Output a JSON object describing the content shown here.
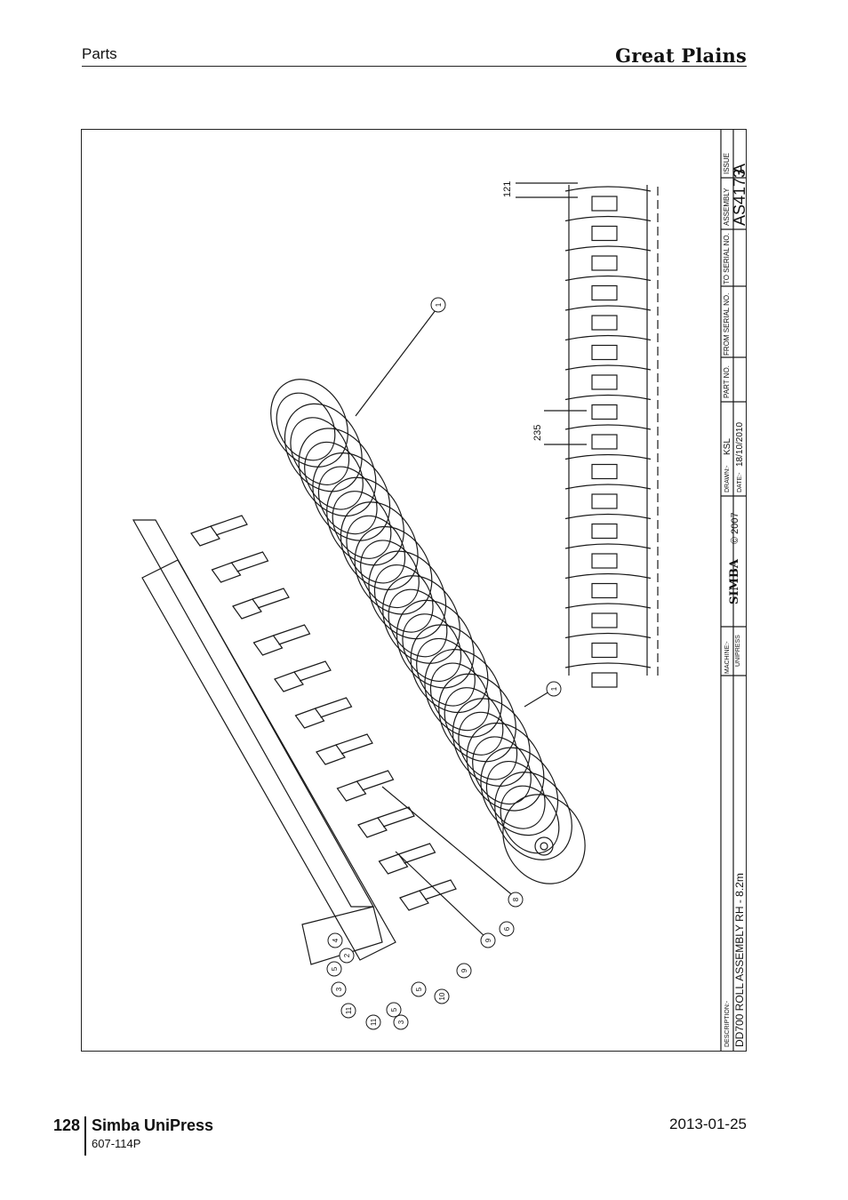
{
  "header": {
    "section": "Parts",
    "brand": "Great Plains"
  },
  "drawing": {
    "description_label": "DESCRIPTION:-",
    "description": "DD700 ROLL ASSEMBLY RH - 8.2m",
    "machine_label": "MACHINE:-",
    "machine": "UNIPRESS",
    "logo_text": "SIMBA",
    "copyright": "© 2007",
    "drawn_label": "DRAWN:-",
    "drawn_by": "KSL",
    "date_label": "DATE:-",
    "date": "18/10/2010",
    "part_no_label": "PART NO.",
    "from_serial_label": "FROM SERIAL NO.",
    "to_serial_label": "TO SERIAL NO.",
    "assembly_label": "ASSEMBLY",
    "assembly": "AS4173",
    "issue_label": "ISSUE",
    "issue": "A",
    "dimensions": [
      "121",
      "235"
    ],
    "balloons": [
      "1",
      "1",
      "8",
      "6",
      "9",
      "4",
      "2",
      "5",
      "9",
      "3",
      "5",
      "11",
      "10",
      "11",
      "3",
      "5"
    ]
  },
  "footer": {
    "page_number": "128",
    "title": "Simba UniPress",
    "doc_code": "607-114P",
    "date": "2013-01-25"
  }
}
